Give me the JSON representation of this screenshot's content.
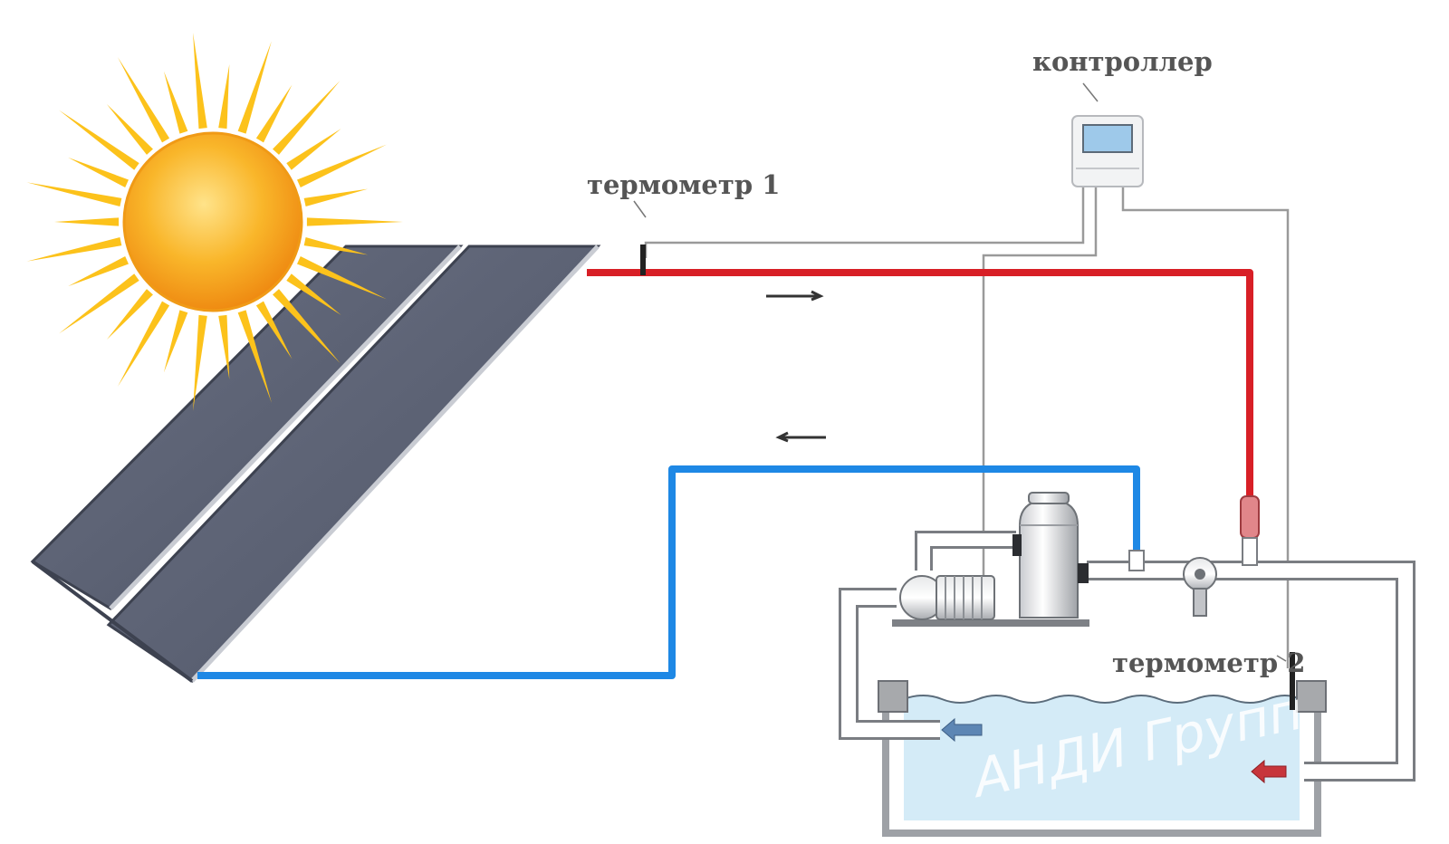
{
  "labels": {
    "controller": "контроллер",
    "thermometer1": "термометр 1",
    "thermometer2": "термометр 2"
  },
  "watermark": "АНДИ Групп",
  "colors": {
    "hot_pipe": "#d81f26",
    "cold_pipe": "#1e88e5",
    "sun_core": "#f7a51c",
    "sun_rays": "#fcc21b",
    "panel": "#5d6375",
    "pool_water": "#d4ebf7",
    "pool_wall": "#a7a9ac",
    "wire": "#8f8f8f"
  }
}
